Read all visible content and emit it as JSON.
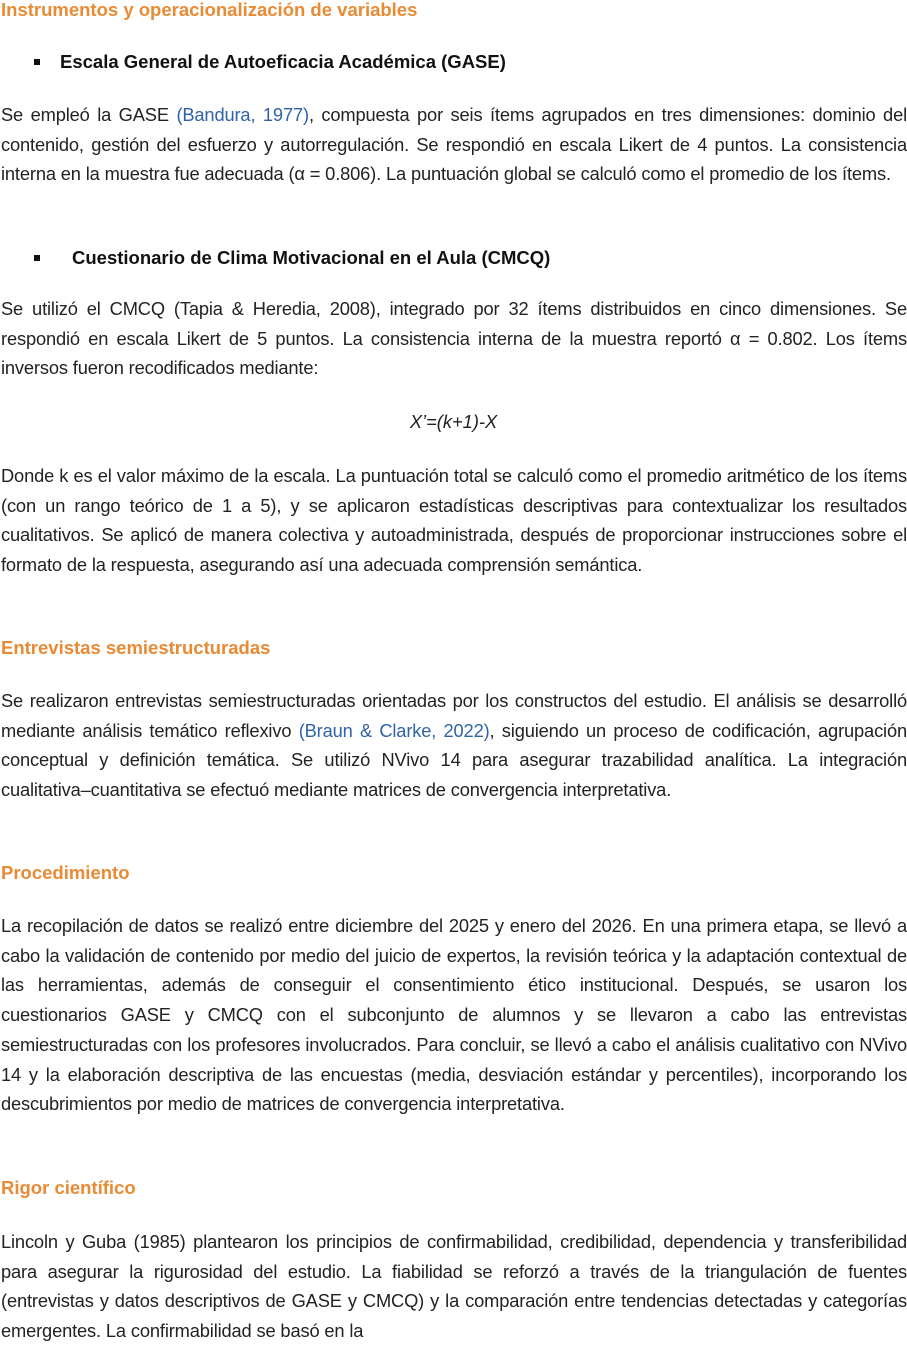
{
  "sections": {
    "instrumentos_heading": "Instrumentos y operacionalización de variables",
    "gase": {
      "title": "Escala General de Autoeficacia Académica (GASE)",
      "p_before": "Se empleó la GASE ",
      "cite": "(Bandura, 1977)",
      "p_after": ", compuesta por seis ítems agrupados en tres dimensiones: dominio del contenido, gestión del esfuerzo y autorregulación. Se respondió en escala Likert de 4 puntos. La consistencia interna en la muestra fue adecuada (α = 0.806). La puntuación global se calculó como el promedio de los ítems."
    },
    "cmcq": {
      "title": "Cuestionario de Clima Motivacional en el Aula (CMCQ)",
      "paragraph": "Se utilizó el CMCQ (Tapia & Heredia, 2008), integrado por 32 ítems distribuidos en cinco dimensiones. Se respondió en escala Likert de 5 puntos. La consistencia interna de la muestra reportó α = 0.802. Los ítems inversos fueron recodificados mediante:",
      "formula": "X’=(k+1)-X",
      "paragraph2": "Donde k es el valor máximo de la escala. La puntuación total se calculó como el promedio aritmético de los ítems (con un rango teórico de 1 a 5), y se aplicaron estadísticas descriptivas para contextualizar los resultados cualitativos. Se aplicó de manera colectiva y autoadministrada, después de proporcionar instrucciones sobre el formato de la respuesta, asegurando así una adecuada comprensión semántica."
    },
    "entrevistas": {
      "heading": "Entrevistas semiestructuradas",
      "p_before": "Se realizaron entrevistas semiestructuradas orientadas por los constructos del estudio. El análisis se desarrolló mediante análisis temático reflexivo ",
      "cite": "(Braun & Clarke, 2022)",
      "p_after": ", siguiendo un proceso de codificación, agrupación conceptual y definición temática. Se utilizó NVivo 14 para asegurar trazabilidad analítica. La integración cualitativa–cuantitativa se efectuó mediante matrices de convergencia interpretativa."
    },
    "procedimiento": {
      "heading": "Procedimiento",
      "paragraph": "La recopilación de datos se realizó entre diciembre del 2025 y enero del 2026. En una primera etapa, se llevó a cabo la validación de contenido por medio del juicio de expertos, la revisión teórica y la adaptación contextual de las herramientas, además de conseguir el consentimiento ético institucional. Después, se usaron los cuestionarios GASE y CMCQ con el subconjunto de alumnos y se llevaron a cabo las entrevistas semiestructuradas con los profesores involucrados. Para concluir, se llevó a cabo el análisis cualitativo con NVivo 14 y la elaboración descriptiva de las encuestas (media, desviación estándar y percentiles), incorporando los descubrimientos por medio de matrices de convergencia interpretativa."
    },
    "rigor": {
      "heading": "Rigor científico",
      "paragraph": "Lincoln y Guba (1985) plantearon los principios de confirmabilidad, credibilidad, dependencia y transferibilidad para asegurar la rigurosidad del estudio. La fiabilidad se reforzó a través de la triangulación de fuentes (entrevistas y datos descriptivos de GASE y CMCQ) y la comparación entre tendencias detectadas y categorías emergentes. La confirmabilidad se basó en la"
    }
  },
  "colors": {
    "heading": "#e98a34",
    "citation": "#2f63a8",
    "text": "#222222"
  }
}
